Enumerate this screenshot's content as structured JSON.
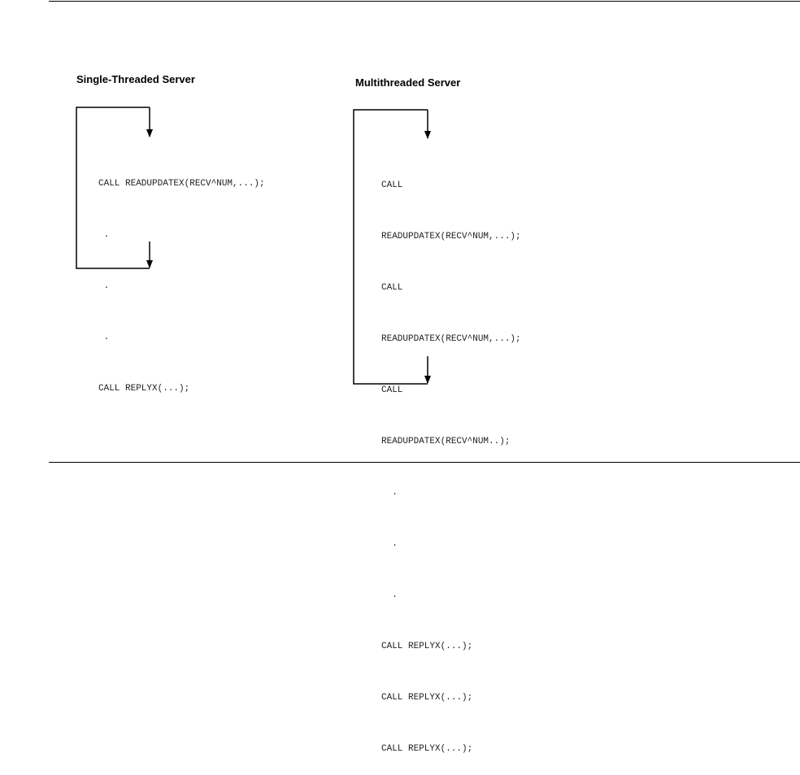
{
  "single": {
    "title": "Single-Threaded Server",
    "lines": [
      "CALL READUPDATEX(RECV^NUM,...);",
      " .",
      " .",
      " .",
      "CALL REPLYX(...);"
    ]
  },
  "multi": {
    "title": "Multithreaded Server",
    "lines": [
      "CALL",
      "READUPDATEX(RECV^NUM,...);",
      "CALL",
      "READUPDATEX(RECV^NUM,...);",
      "CALL",
      "READUPDATEX(RECV^NUM..);",
      "  .",
      "  .",
      "  .",
      "CALL REPLYX(...);",
      "CALL REPLYX(...);",
      "CALL REPLYX(...);"
    ]
  }
}
